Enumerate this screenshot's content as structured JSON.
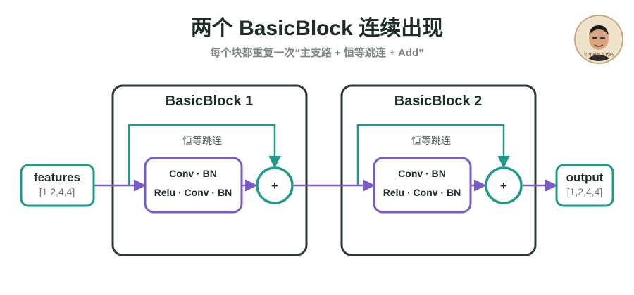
{
  "title": "两个 BasicBlock 连续出现",
  "subtitle": "每个块都重复一次“主支路 + 恒等跳连 + Add”",
  "input_node": {
    "label": "features",
    "shape": "[1,2,4,4]"
  },
  "output_node": {
    "label": "output",
    "shape": "[1,2,4,4]"
  },
  "blocks": [
    {
      "title": "BasicBlock 1",
      "skip_label": "恒等跳连",
      "ops": [
        "Conv · BN",
        "Relu · Conv · BN"
      ],
      "add_symbol": "+"
    },
    {
      "title": "BasicBlock 2",
      "skip_label": "恒等跳连",
      "ops": [
        "Conv · BN",
        "Relu · Conv · BN"
      ],
      "add_symbol": "+"
    }
  ],
  "avatar": {
    "caption": "中年摸笔写代码",
    "icon": "person-avatar-icon"
  },
  "colors": {
    "block_border": "#2b3a36",
    "teal": "#1e9a89",
    "purple": "#7a5cc7",
    "text_dark": "#1f2d2a"
  }
}
